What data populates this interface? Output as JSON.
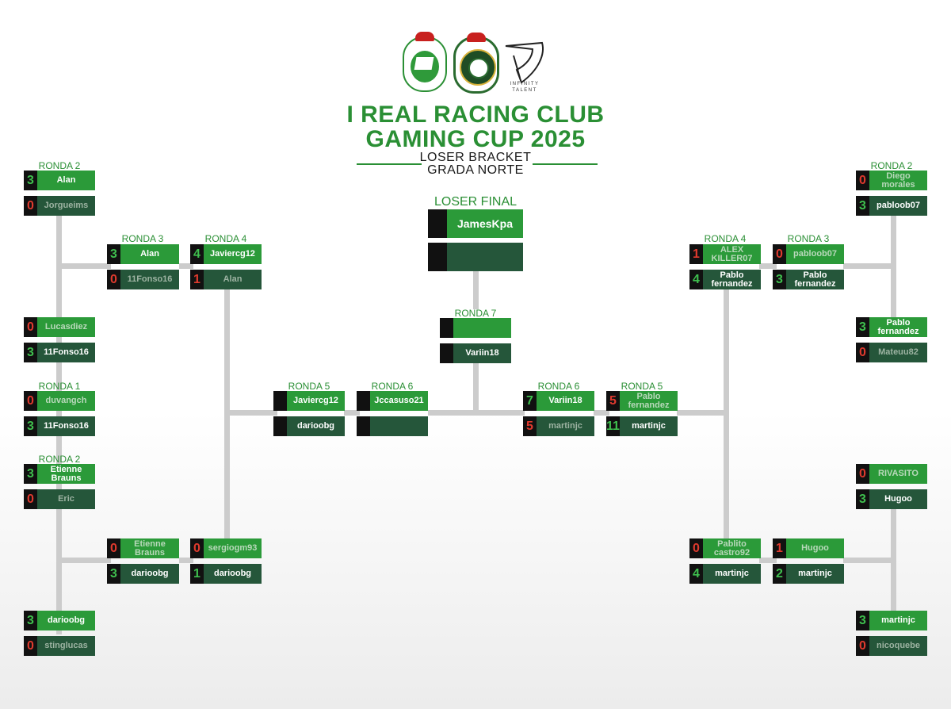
{
  "header": {
    "title_line1": "I REAL RACING CLUB",
    "title_line2": "GAMING CUP 2025",
    "subtitle_line1": "LOSER BRACKET",
    "subtitle_line2": "GRADA NORTE",
    "sponsor_text_1": "INFINITY",
    "sponsor_text_2": "TALENT",
    "brand_color": "#2a8f34"
  },
  "final": {
    "label": "LOSER FINAL",
    "top": {
      "score": "",
      "name": "JamesKpa"
    },
    "bottom": {
      "score": "",
      "name": ""
    }
  },
  "labels": {
    "ronda1": "RONDA 1",
    "ronda2": "RONDA 2",
    "ronda3": "RONDA 3",
    "ronda4": "RONDA 4",
    "ronda5": "RONDA 5",
    "ronda6": "RONDA 6",
    "ronda7": "RONDA 7"
  },
  "matches": {
    "L_r2a": {
      "top": {
        "score": "3",
        "name": "Alan"
      },
      "bottom": {
        "score": "0",
        "name": "Jorgueims"
      }
    },
    "L_r1": {
      "top": {
        "score": "0",
        "name": "Lucasdiez"
      },
      "bottom": {
        "score": "3",
        "name": "11Fonso16"
      }
    },
    "L_r1b": {
      "top": {
        "score": "0",
        "name": "duvangch"
      },
      "bottom": {
        "score": "3",
        "name": "11Fonso16"
      }
    },
    "L_r2b": {
      "top": {
        "score": "3",
        "name": "Etienne Brauns"
      },
      "bottom": {
        "score": "0",
        "name": "Eric"
      }
    },
    "L_r1c": {
      "top": {
        "score": "3",
        "name": "darioobg"
      },
      "bottom": {
        "score": "0",
        "name": "stinglucas"
      }
    },
    "L_r3a": {
      "top": {
        "score": "3",
        "name": "Alan"
      },
      "bottom": {
        "score": "0",
        "name": "11Fonso16"
      }
    },
    "L_r3b": {
      "top": {
        "score": "0",
        "name": "Etienne Brauns"
      },
      "bottom": {
        "score": "3",
        "name": "darioobg"
      }
    },
    "L_r4a": {
      "top": {
        "score": "4",
        "name": "Javiercg12"
      },
      "bottom": {
        "score": "1",
        "name": "Alan"
      }
    },
    "L_r4b": {
      "top": {
        "score": "0",
        "name": "sergiogm93"
      },
      "bottom": {
        "score": "1",
        "name": "darioobg"
      }
    },
    "L_r5": {
      "top": {
        "score": "",
        "name": "Javiercg12"
      },
      "bottom": {
        "score": "",
        "name": "darioobg"
      }
    },
    "L_r6": {
      "top": {
        "score": "",
        "name": "Jccasuso21"
      },
      "bottom": {
        "score": "",
        "name": ""
      }
    },
    "C_r7": {
      "top": {
        "score": "",
        "name": ""
      },
      "bottom": {
        "score": "",
        "name": "Variin18"
      }
    },
    "R_r6": {
      "top": {
        "score": "7",
        "name": "Variin18"
      },
      "bottom": {
        "score": "5",
        "name": "martinjc"
      }
    },
    "R_r5": {
      "top": {
        "score": "5",
        "name": "Pablo fernandez"
      },
      "bottom": {
        "score": "11",
        "name": "martinjc"
      }
    },
    "R_r4a": {
      "top": {
        "score": "1",
        "name": "ALEX KILLER07"
      },
      "bottom": {
        "score": "4",
        "name": "Pablo fernandez"
      }
    },
    "R_r4b": {
      "top": {
        "score": "0",
        "name": "Pablito castro92"
      },
      "bottom": {
        "score": "4",
        "name": "martinjc"
      }
    },
    "R_r3a": {
      "top": {
        "score": "0",
        "name": "pabloob07"
      },
      "bottom": {
        "score": "3",
        "name": "Pablo fernandez"
      }
    },
    "R_r3b": {
      "top": {
        "score": "1",
        "name": "Hugoo"
      },
      "bottom": {
        "score": "2",
        "name": "martinjc"
      }
    },
    "R_r2a": {
      "top": {
        "score": "0",
        "name": "Diego morales"
      },
      "bottom": {
        "score": "3",
        "name": "pabloob07"
      }
    },
    "R_r1a": {
      "top": {
        "score": "3",
        "name": "Pablo fernandez"
      },
      "bottom": {
        "score": "0",
        "name": "Mateuu82"
      }
    },
    "R_r1b": {
      "top": {
        "score": "0",
        "name": "RIVASITO"
      },
      "bottom": {
        "score": "3",
        "name": "Hugoo"
      }
    },
    "R_r1c": {
      "top": {
        "score": "3",
        "name": "martinjc"
      },
      "bottom": {
        "score": "0",
        "name": "nicoquebe"
      }
    }
  }
}
